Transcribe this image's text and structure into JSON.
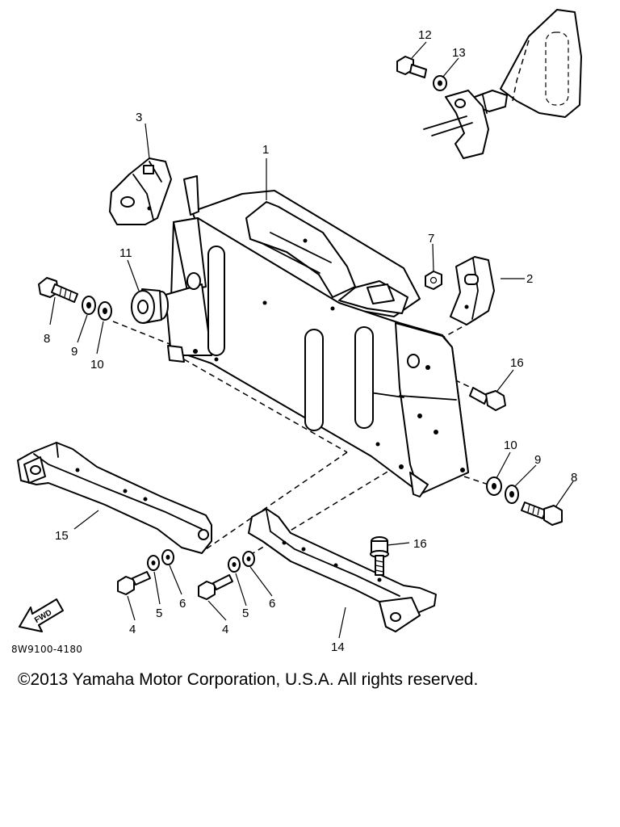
{
  "diagram": {
    "drawing_code": "8W9100-4180",
    "fwd_label": "FWD",
    "callouts": {
      "c1": "1",
      "c2": "2",
      "c3": "3",
      "c4a": "4",
      "c4b": "4",
      "c5a": "5",
      "c5b": "5",
      "c6a": "6",
      "c6b": "6",
      "c7": "7",
      "c8a": "8",
      "c8b": "8",
      "c9a": "9",
      "c9b": "9",
      "c10a": "10",
      "c10b": "10",
      "c11": "11",
      "c12": "12",
      "c13": "13",
      "c14": "14",
      "c15": "15",
      "c16a": "16",
      "c16b": "16"
    }
  },
  "footer": {
    "copyright": "©2013 Yamaha Motor Corporation, U.S.A. All rights reserved."
  }
}
